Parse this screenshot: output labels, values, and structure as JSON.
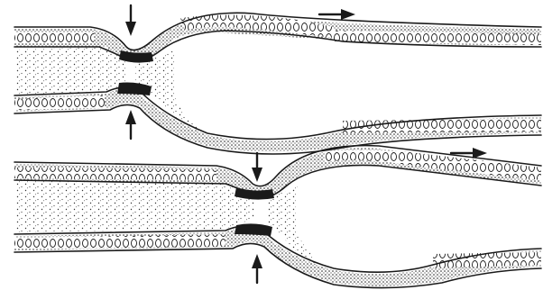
{
  "figure": {
    "panels": [
      {
        "name": "upper-peristalsis-stage",
        "arrows": [
          "down",
          "up",
          "right"
        ]
      },
      {
        "name": "lower-peristalsis-stage",
        "arrows": [
          "down",
          "up",
          "right"
        ]
      }
    ],
    "colors": {
      "ink": "#1a1a1a",
      "paper": "#ffffff"
    }
  }
}
